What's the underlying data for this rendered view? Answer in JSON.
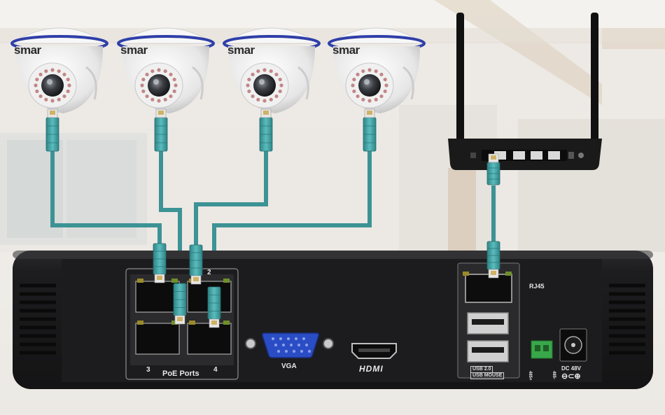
{
  "cameras": {
    "brand": "smar",
    "count": 4
  },
  "nvr": {
    "poe_label": "PoE Ports",
    "port_num_2": "2",
    "port_num_3": "3",
    "port_num_4": "4",
    "vga_label": "VGA",
    "hdmi_label": "HDMI",
    "rj45_label": "RJ45",
    "usb_label_1": "USB 2.0",
    "usb_label_2": "USB MOUSE",
    "rs485_a": "485+",
    "rs485_b": "485-",
    "dc_label": "DC 48V",
    "dc_polarity": "⊖⊂⊕"
  },
  "colors": {
    "cable": "#3c9395",
    "nvr_body": "#1b1b1d",
    "vga_blue": "#2a4cc4",
    "camera_ring": "#2f3fa8",
    "terminal_green": "#39a84a"
  }
}
